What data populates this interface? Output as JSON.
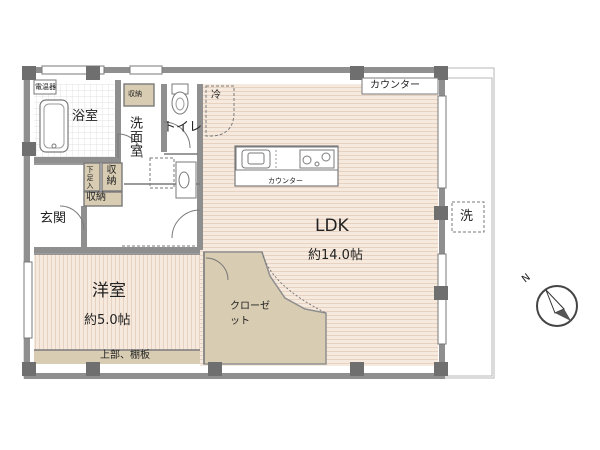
{
  "rooms": {
    "bath": "浴室",
    "washroom": "洗面室",
    "toilet": "トイレ",
    "storage_top": "収納",
    "storage_mid": "収納",
    "storage_left": "収納",
    "shoe_box": "下足入",
    "entrance": "玄関",
    "western_room": {
      "name": "洋室",
      "size": "約5.0帖"
    },
    "ldk": {
      "name": "LDK",
      "size": "約14.0帖"
    },
    "closet": "クローゼット",
    "shelf": "上部、棚板",
    "fridge": "冷",
    "counter_top": "カウンター",
    "counter_kitchen": "カウンター",
    "laundry": "洗",
    "water_heater": "電温器"
  },
  "compass": {
    "north_label": "N"
  },
  "colors": {
    "wall": "#8f8f8f",
    "wall_dark": "#6f6f6f",
    "floor": "#f5e8dd",
    "floor_line": "#ead6c6",
    "closet": "#d9cdb3",
    "tile": "#cfe2f2",
    "balcony": "#ffffff"
  }
}
